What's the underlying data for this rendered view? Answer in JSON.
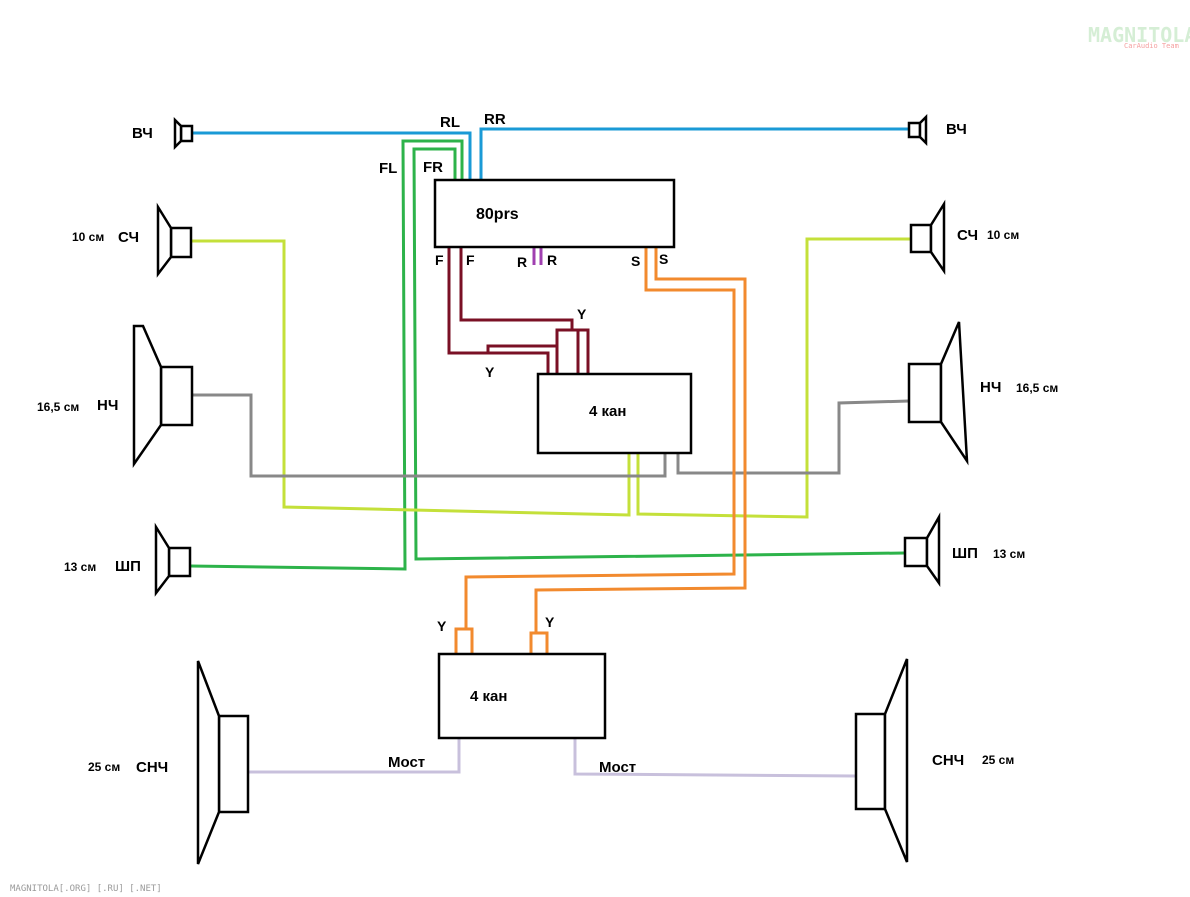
{
  "watermark": {
    "logo": "MAGNITOLA",
    "logo_sub": "CarAudio Team",
    "footer": "MAGNITOLA[.ORG] [.RU] [.NET]"
  },
  "head_unit": {
    "name": "80prs",
    "outputs": {
      "rl": "RL",
      "rr": "RR",
      "fl": "FL",
      "fr": "FR",
      "f1": "F",
      "f2": "F",
      "r1": "R",
      "r2": "R",
      "s1": "S",
      "s2": "S"
    }
  },
  "amp_top": {
    "name": "4 кан",
    "y_label_1": "Y",
    "y_label_2": "Y"
  },
  "amp_bottom": {
    "name": "4 кан",
    "y_label_1": "Y",
    "y_label_2": "Y",
    "bridge_left": "Мост",
    "bridge_right": "Мост"
  },
  "speakers": {
    "tweeter_left": {
      "type": "ВЧ"
    },
    "tweeter_right": {
      "type": "ВЧ"
    },
    "mid_left": {
      "type": "СЧ",
      "size": "10 см"
    },
    "mid_right": {
      "type": "СЧ",
      "size": "10 см"
    },
    "woofer_left": {
      "type": "НЧ",
      "size": "16,5 см"
    },
    "woofer_right": {
      "type": "НЧ",
      "size": "16,5 см"
    },
    "wide_left": {
      "type": "ШП",
      "size": "13 см"
    },
    "wide_right": {
      "type": "ШП",
      "size": "13 см"
    },
    "sub_left": {
      "type": "СНЧ",
      "size": "25 см"
    },
    "sub_right": {
      "type": "СНЧ",
      "size": "25 см"
    }
  },
  "colors": {
    "tweeter_wire": "#1a9ad6",
    "front_wire": "#2db34a",
    "mid_wire": "#c4e03a",
    "woofer_wire": "#888888",
    "amp_input_wire": "#7a1025",
    "rear_out": "#a040b0",
    "sub_wire": "#f28a2e",
    "bridge_wire": "#c8c0dc",
    "logo": "#d9f2d9"
  }
}
